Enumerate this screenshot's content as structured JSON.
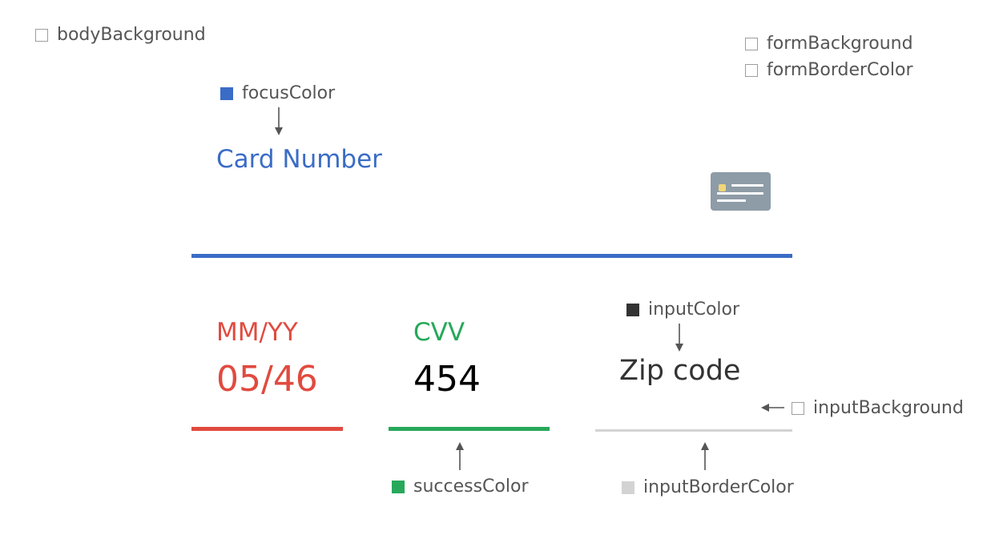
{
  "colors": {
    "focus": "#3a6cc6",
    "success": "#27a85a",
    "error": "#e14a3f",
    "input": "#333333",
    "input_border": "#d3d3d3",
    "annotation_text": "#555555",
    "card_icon": "#8e9ca7",
    "card_chip": "#f2d57a"
  },
  "legends": {
    "body_background": "bodyBackground",
    "form_background": "formBackground",
    "form_border_color": "formBorderColor",
    "focus_color": "focusColor",
    "input_color": "inputColor",
    "input_background": "inputBackground",
    "success_color": "successColor",
    "input_border_color": "inputBorderColor"
  },
  "form": {
    "card_number": {
      "label": "Card Number",
      "icon": "credit-card-icon"
    },
    "expiry": {
      "label": "MM/YY",
      "value": "05/46"
    },
    "cvv": {
      "label": "CVV",
      "value": "454"
    },
    "zip": {
      "placeholder": "Zip code"
    }
  }
}
